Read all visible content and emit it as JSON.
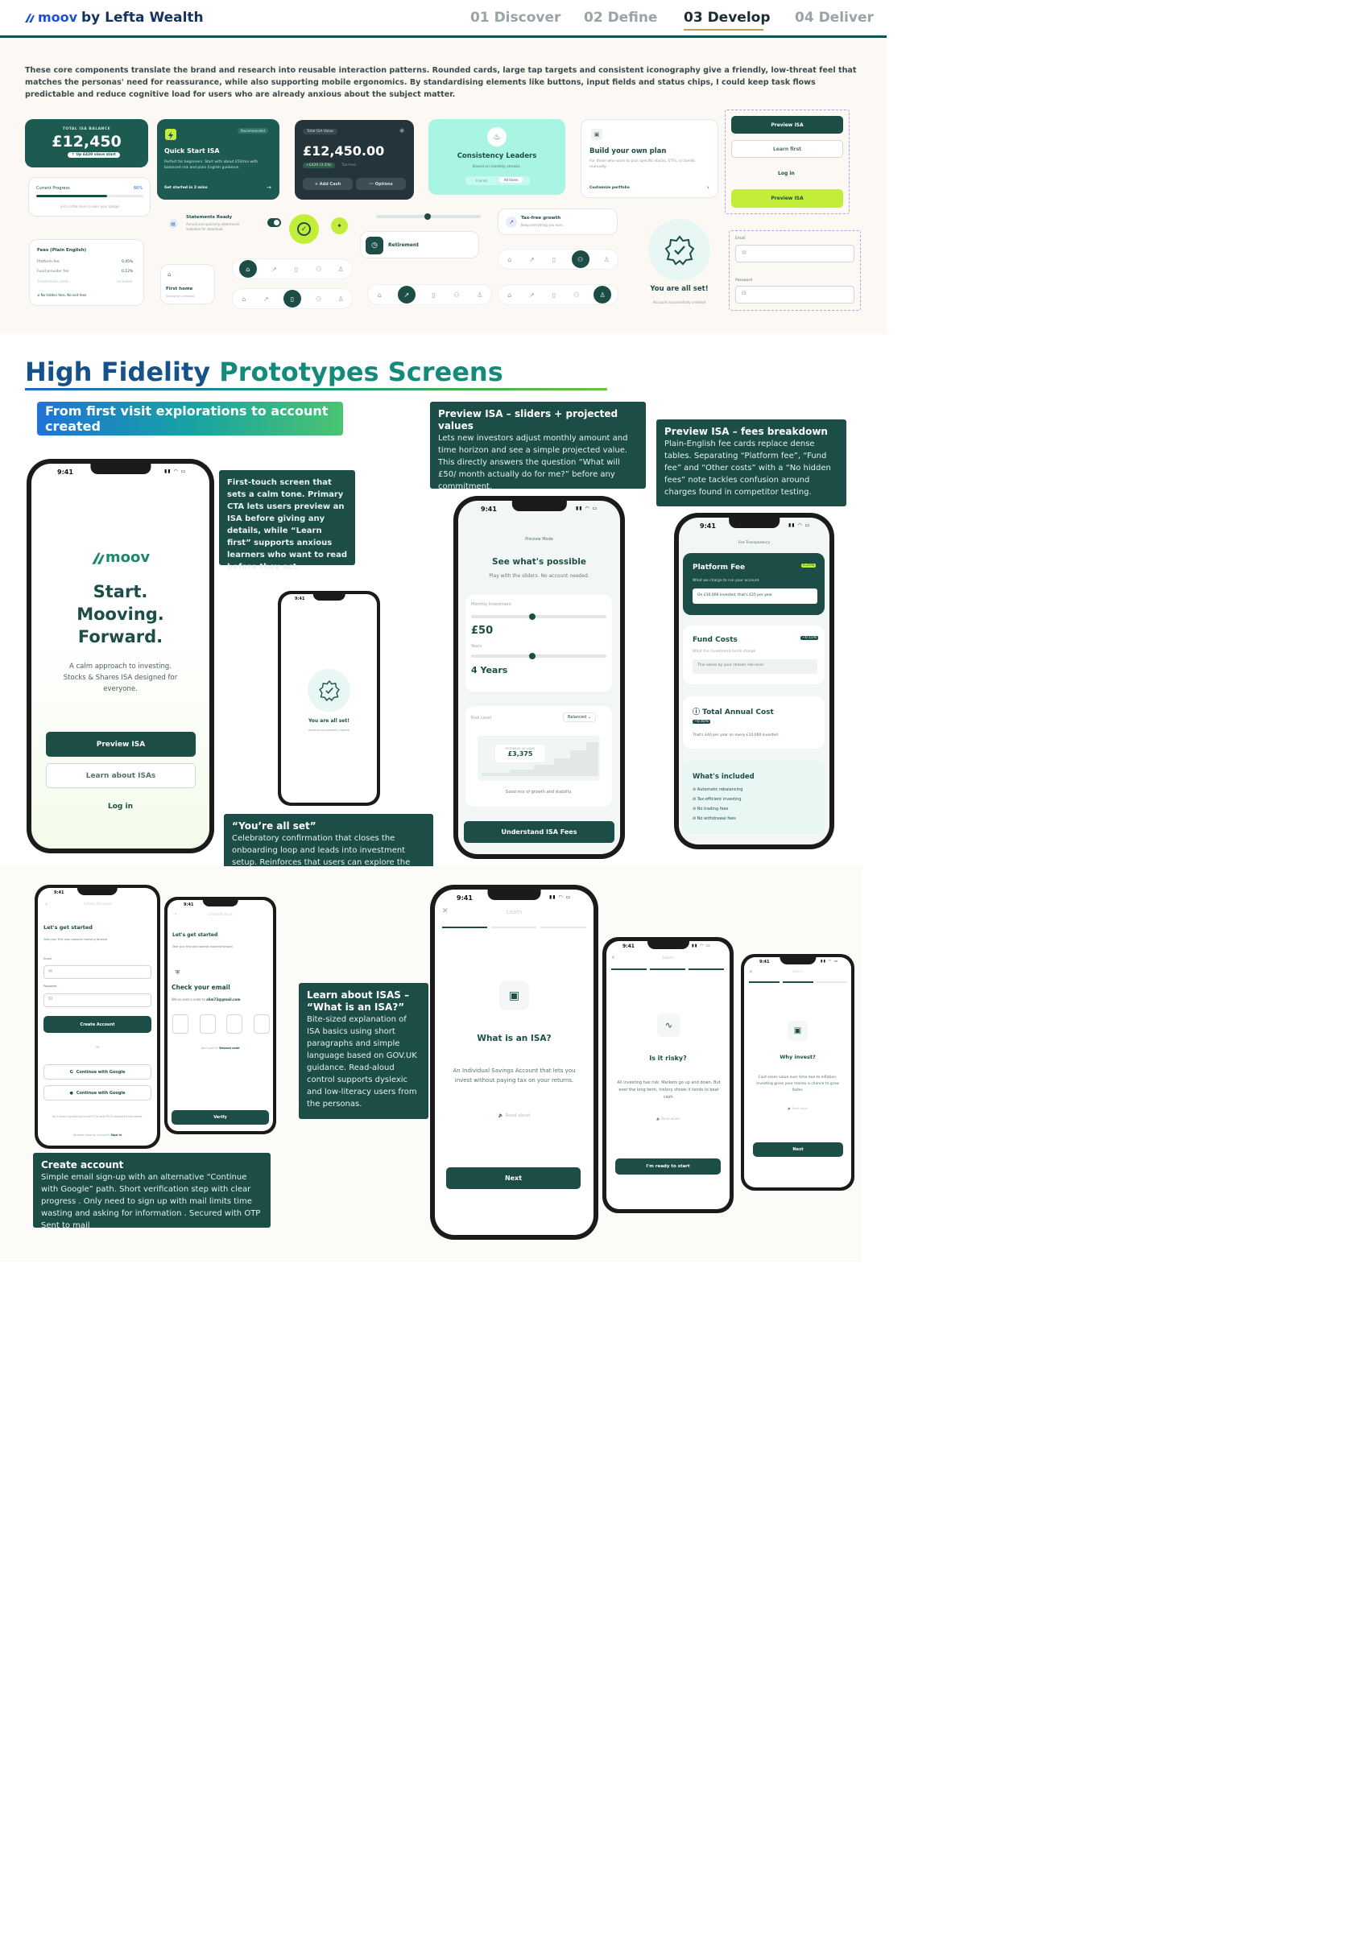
{
  "header": {
    "logo": "moov",
    "brand": "by Lefta Wealth",
    "nav": [
      "01 Discover",
      "02 Define",
      "03 Develop",
      "04 Deliver"
    ],
    "active": "03 Develop"
  },
  "intro": "These core components translate the brand and research into reusable interaction patterns. Rounded cards, large tap targets and consistent iconography give a friendly, low-threat feel that matches the personas' need for reassurance, while also supporting mobile ergonomics. By standardising elements like buttons, input fields and status chips, I could keep task flows predictable and reduce cognitive load for users who are already anxious about the subject matter.",
  "components": {
    "isa_balance": {
      "label": "TOTAL ISA BALANCE",
      "value": "£12,450",
      "chip": "↑ Up £420 since start"
    },
    "quick_start": {
      "badge": "Recommended",
      "title": "Quick Start ISA",
      "desc": "Perfect for beginners. Start with about £50/mo with balanced risk and plain English guidance.",
      "cta": "Get started in 2 mins"
    },
    "total_isa": {
      "label": "Total ISA Value",
      "value": "£12,450.00",
      "chip": "+£420 (3.5%)",
      "chip2": "Tax-free",
      "btn1": "+ Add Cash",
      "btn2": "··· Options"
    },
    "consistency": {
      "title": "Consistency Leaders",
      "sub": "Based on monthly streaks.",
      "tab1": "Friends",
      "tab2": "All Users"
    },
    "build_plan": {
      "title": "Build your own plan",
      "desc": "For those who want to pick specific stocks, ETFs, or bonds manually.",
      "link": "Customize portfolio"
    },
    "buttons": {
      "b1": "Preview ISA",
      "b2": "Learn first",
      "b3": "Log in",
      "b4": "Preview ISA"
    },
    "progress": {
      "label": "Current Progress",
      "pct": "66%",
      "value": 0.66,
      "note": "Just a little more to earn your badge!"
    },
    "statements": {
      "title": "Statements Ready",
      "desc": "Annual and quarterly statements available for download."
    },
    "fees": {
      "title": "Fees (Plain English)",
      "rows": [
        [
          "Platform fee",
          "0.45%"
        ],
        [
          "Fund provider fee",
          "0.12%"
        ],
        [
          "Transaction costs",
          "Included"
        ]
      ],
      "note": "No hidden fees. No exit fees."
    },
    "first_home": {
      "title": "First home",
      "sub": "Saving for a deposit."
    },
    "retirement": "Retirement",
    "taxfree": {
      "title": "Tax-free growth",
      "sub": "Keep everything you earn."
    },
    "allset": {
      "title": "You are all set!",
      "sub": "Account successfully created"
    },
    "fields": {
      "email": "Email",
      "password": "Password"
    }
  },
  "hifi": {
    "title_a": "High Fidelity ",
    "title_b": "Prototypes Screens",
    "chip": "From first visit explorations to account created"
  },
  "notes": {
    "first_touch": "First-touch screen that sets a calm tone. Primary CTA lets users preview an ISA before giving any details, while “Learn first” supports anxious learners who want to read before they act.",
    "allset_h": "“You’re all set”",
    "allset_b": "Celebratory confirmation that closes the onboarding loop and leads into investment setup. Reinforces that users can explore the app before committing money.",
    "sliders_h": "Preview ISA – sliders + projected values",
    "sliders_b": "Lets new investors adjust monthly amount and time horizon and see a simple projected value. This directly answers the question “What will £50/ month actually do for me?” before any commitment.",
    "fees_h": "Preview ISA – fees breakdown",
    "fees_b": "Plain-English fee cards replace dense tables. Separating “Platform fee”, “Fund fee” and “Other costs” with a “No hidden fees” note tackles confusion around charges found in competitor testing.",
    "learn_h": "Learn about ISAS – “What is an ISA?”",
    "learn_b": "Bite-sized explanation of ISA basics using short paragraphs and simple language based on GOV.UK guidance. Read-aloud control supports dyslexic and low-literacy users from the personas.",
    "create_h": "Create account",
    "create_b": "Simple email sign-up with an alternative “Continue with Google” path. Short verification step with clear progress . Only need to sign up with mail limits time wasting and asking for information . Secured with OTP Sent to mail"
  },
  "screens": {
    "time": "9:41",
    "welcome": {
      "logo": "moov",
      "headline": [
        "Start.",
        "Mooving.",
        "Forward."
      ],
      "sub": "A calm approach to investing. Stocks & Shares ISA designed for everyone.",
      "primary": "Preview ISA",
      "secondary": "Learn about ISAs",
      "login": "Log in"
    },
    "success": {
      "title": "You are all set!",
      "sub": "Account successfully created"
    },
    "preview": {
      "mode": "Preview Mode",
      "title": "See what's possible",
      "sub": "Play with the sliders. No account needed.",
      "monthly_label": "Monthly Investment",
      "monthly": "£50",
      "years_label": "Years",
      "years": "4 Years",
      "monthly_pos": 0.45,
      "years_pos": 0.45,
      "risk_label": "Risk Level",
      "risk_value": "Balanced",
      "potential_label": "POTENTIAL 4Y VALUE",
      "potential": "£3,375",
      "risk_note": "Good mix of growth and stability.",
      "cta": "Understand ISA Fees"
    },
    "fees": {
      "top": "Fee Transparency",
      "platform": "Platform Fee",
      "platform_chip": "0.25%",
      "platform_sub": "What we charge to run your account",
      "platform_box": "On £10,000 invested, that's £25 per year",
      "fund": "Fund Costs",
      "fund_chip": "~0.15%",
      "fund_sub": "What the investment funds charge",
      "fund_box": "This varies by your chosen risk level",
      "total": "Total Annual Cost",
      "total_chip": "~0.40%",
      "total_sub": "That's £40 per year on every £10,000 invested",
      "included": "What's included",
      "items": [
        "Automatic rebalancing",
        "Tax-efficient investing",
        "No trading fees",
        "No withdrawal fees"
      ]
    },
    "create": {
      "top": "Create Account",
      "title": "Let's get started",
      "sub": "Take your first step towards mooving forward",
      "email": "Email",
      "password": "Password",
      "cta": "Create Account",
      "or": "OR",
      "google": "Continue with Google",
      "apple": "Continue with Google",
      "legal": "Your data is protected under FCA and FSCS regulated standards.",
      "have": "Already have an account?",
      "signin": "Sign in"
    },
    "verify": {
      "top": "Create Account",
      "title": "Let's get started",
      "sub": "Take your first step towards mooving forward",
      "check": "Check your email",
      "sent": "We've sent a code to",
      "email": "slim73@gmail.com",
      "resend_q": "Don't get it?",
      "resend": "Resend code",
      "cta": "Verify"
    },
    "learn1": {
      "top": "Learn",
      "title": "What is an ISA?",
      "body": "An Individual Savings Account that lets you invest without paying tax on your returns.",
      "read": "Read aloud",
      "cta": "Next"
    },
    "learn2": {
      "top": "Learn",
      "title": "Is it risky?",
      "body": "All investing has risk. Markets go up and down. But over the long term, history shows it tends to beat cash.",
      "read": "Read aloud",
      "cta": "I'm ready to start"
    },
    "learn3": {
      "top": "Learn",
      "title": "Why invest?",
      "body": "Cash loses value over time due to inflation. Investing gives your money a chance to grow faster.",
      "read": "Read aloud",
      "cta": "Next"
    }
  },
  "colors": {
    "primary": "#1c4d47",
    "lime": "#c2ee3a",
    "mint": "#a9f5e3",
    "blue": "#1a4fd6"
  }
}
